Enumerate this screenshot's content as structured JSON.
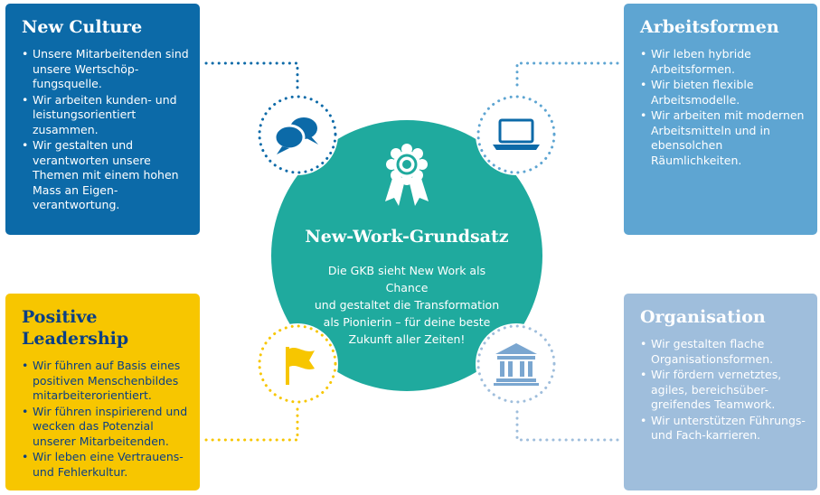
{
  "colors": {
    "culture": "#0c6aa8",
    "arbeitsformen": "#5ea5d2",
    "leadership": "#f7c600",
    "organisation": "#9fbedc",
    "center": "#1faa9e"
  },
  "center": {
    "icon": "award-rosette-icon",
    "title": "New-Work-Grundsatz",
    "lines": [
      "Die GKB sieht New Work als Chance",
      "und gestaltet die Transformation",
      "als Pionierin – für deine beste",
      "Zukunft aller Zeiten!"
    ]
  },
  "culture": {
    "icon": "chat-bubbles-icon",
    "title": "New Culture",
    "items": [
      "Unsere Mitarbeitenden sind unsere Wertschöp-fungsquelle.",
      "Wir arbeiten kunden- und leistungsorientiert zusammen.",
      "Wir gestalten und verantworten unsere Themen mit einem hohen Mass an Eigen-verantwortung."
    ]
  },
  "arbeitsformen": {
    "icon": "laptop-icon",
    "title": "Arbeitsformen",
    "items": [
      "Wir leben hybride Arbeitsformen.",
      "Wir bieten flexible Arbeitsmodelle.",
      "Wir arbeiten mit modernen Arbeitsmitteln und in ebensolchen Räumlichkeiten."
    ]
  },
  "leadership": {
    "icon": "flag-icon",
    "title": "Positive Leadership",
    "items": [
      "Wir führen auf Basis eines positiven Menschenbildes mitarbeiterorientiert.",
      "Wir führen inspirierend und wecken das Potenzial unserer Mitarbeitenden.",
      "Wir leben eine Vertrauens- und Fehlerkultur."
    ]
  },
  "organisation": {
    "icon": "bank-building-icon",
    "title": "Organisation",
    "items": [
      "Wir gestalten flache Organisationsformen.",
      "Wir fördern vernetztes, agiles, bereichsüber-greifendes Teamwork.",
      "Wir unterstützen Führungs- und Fach-karrieren."
    ]
  }
}
